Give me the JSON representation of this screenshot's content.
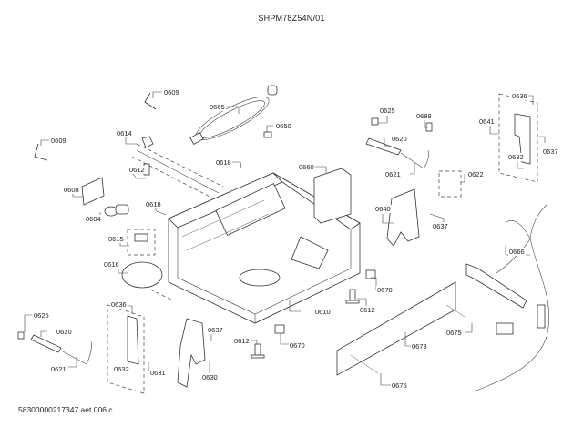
{
  "diagram": {
    "title": "SHPM78Z54N/01",
    "footer": "58300000217347 aet 006 c",
    "labels": [
      {
        "id": "l0",
        "text": "0609"
      },
      {
        "id": "l1",
        "text": "0665"
      },
      {
        "id": "l2",
        "text": "0650"
      },
      {
        "id": "l3",
        "text": "0609"
      },
      {
        "id": "l4",
        "text": "0614"
      },
      {
        "id": "l5",
        "text": "0612"
      },
      {
        "id": "l6",
        "text": "0608"
      },
      {
        "id": "l7",
        "text": "0604"
      },
      {
        "id": "l8",
        "text": "0618"
      },
      {
        "id": "l9",
        "text": "0618"
      },
      {
        "id": "l10",
        "text": "0660"
      },
      {
        "id": "l11",
        "text": "0615"
      },
      {
        "id": "l12",
        "text": "0616"
      },
      {
        "id": "l13",
        "text": "0625"
      },
      {
        "id": "l14",
        "text": "0688"
      },
      {
        "id": "l15",
        "text": "0620"
      },
      {
        "id": "l16",
        "text": "0621"
      },
      {
        "id": "l17",
        "text": "0622"
      },
      {
        "id": "l18",
        "text": "0640"
      },
      {
        "id": "l19",
        "text": "0637"
      },
      {
        "id": "l20",
        "text": "0636"
      },
      {
        "id": "l21",
        "text": "0641"
      },
      {
        "id": "l22",
        "text": "0637"
      },
      {
        "id": "l23",
        "text": "0632"
      },
      {
        "id": "l24",
        "text": "0666"
      },
      {
        "id": "l25",
        "text": "0670"
      },
      {
        "id": "l26",
        "text": "0612"
      },
      {
        "id": "l27",
        "text": "0610"
      },
      {
        "id": "l28",
        "text": "0675"
      },
      {
        "id": "l29",
        "text": "0673"
      },
      {
        "id": "l30",
        "text": "0675"
      },
      {
        "id": "l31",
        "text": "0625"
      },
      {
        "id": "l32",
        "text": "0620"
      },
      {
        "id": "l33",
        "text": "0621"
      },
      {
        "id": "l34",
        "text": "0636"
      },
      {
        "id": "l35",
        "text": "0632"
      },
      {
        "id": "l36",
        "text": "0631"
      },
      {
        "id": "l37",
        "text": "0637"
      },
      {
        "id": "l38",
        "text": "0630"
      },
      {
        "id": "l39",
        "text": "0612"
      },
      {
        "id": "l40",
        "text": "0670"
      }
    ]
  }
}
